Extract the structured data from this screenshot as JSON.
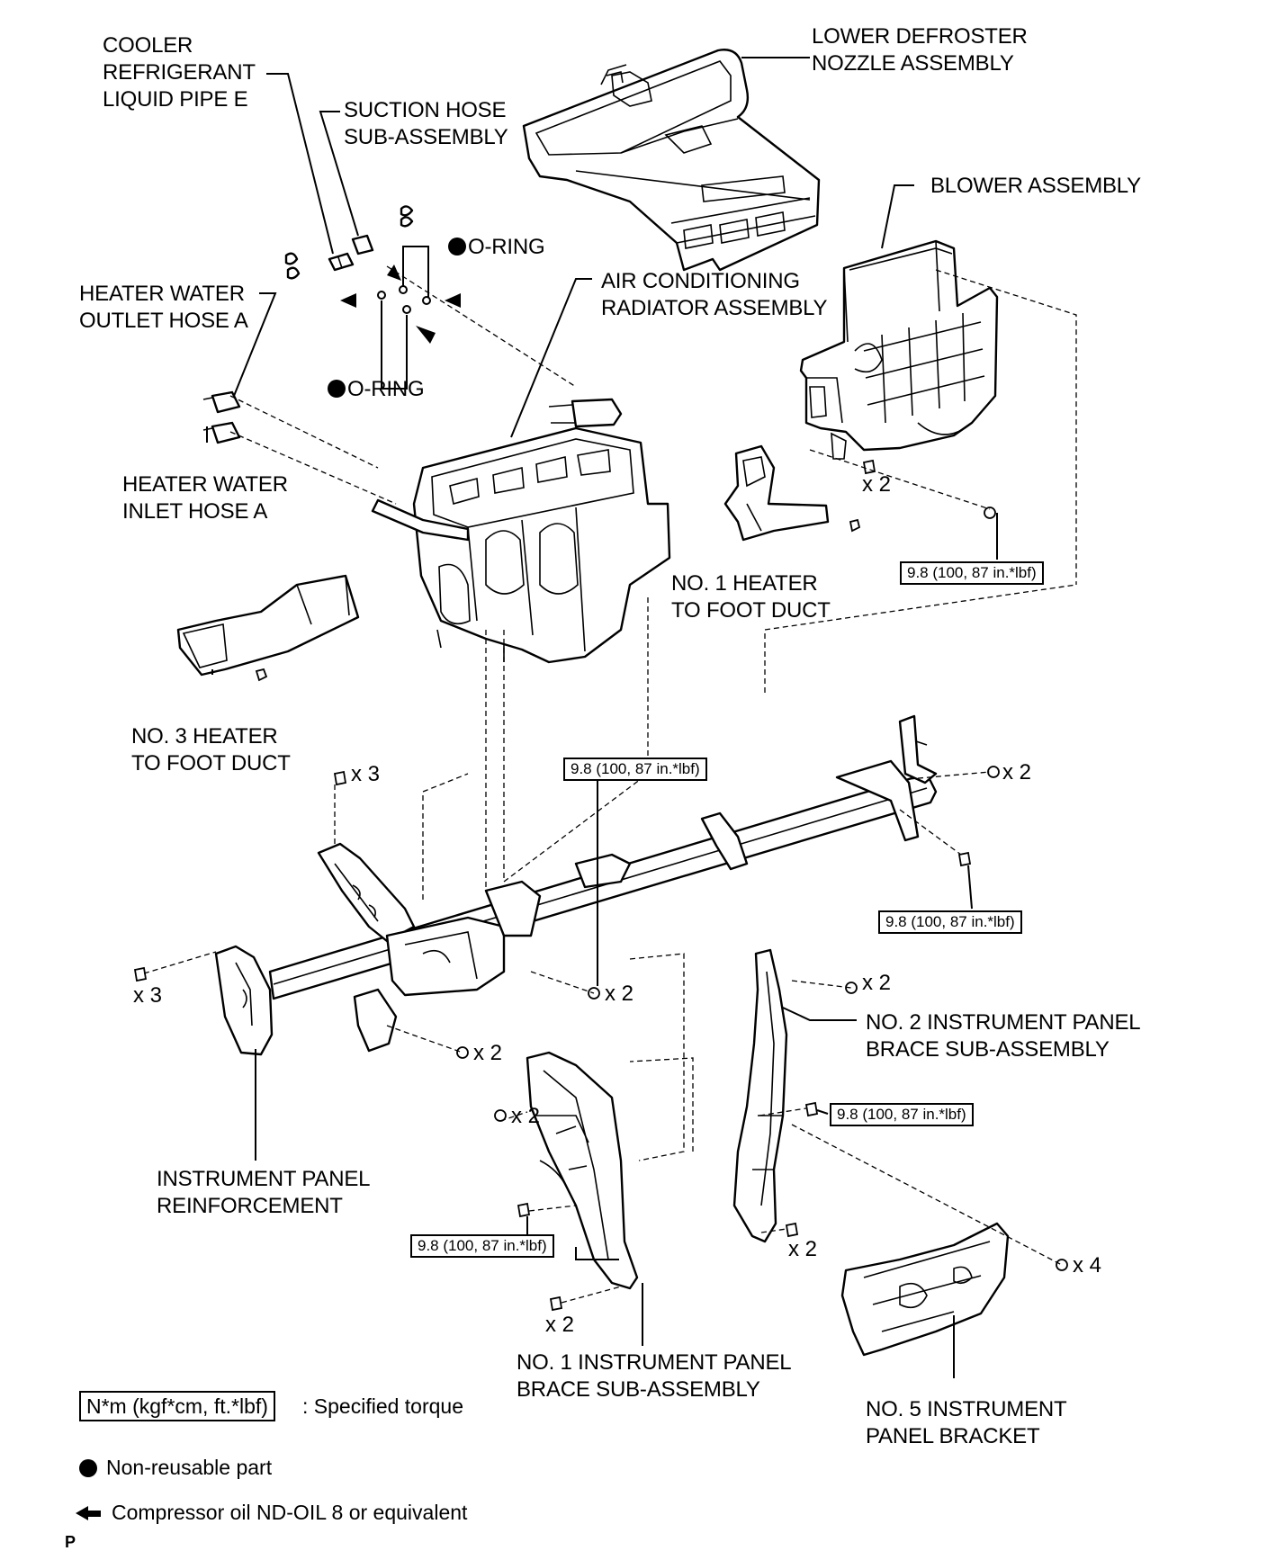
{
  "labels": {
    "cooler_pipe": [
      "COOLER",
      "REFRIGERANT",
      "LIQUID PIPE E"
    ],
    "suction_hose": [
      "SUCTION HOSE",
      "SUB-ASSEMBLY"
    ],
    "o_ring_top": "O-RING",
    "o_ring_bottom": "O-RING",
    "lower_defroster": [
      "LOWER DEFROSTER",
      "NOZZLE ASSEMBLY"
    ],
    "blower": [
      "BLOWER ASSEMBLY"
    ],
    "ac_radiator": [
      "AIR CONDITIONING",
      "RADIATOR ASSEMBLY"
    ],
    "heater_outlet": [
      "HEATER WATER",
      "OUTLET HOSE A"
    ],
    "heater_inlet": [
      "HEATER WATER",
      "INLET HOSE A"
    ],
    "no1_foot_duct": [
      "NO. 1 HEATER",
      "TO FOOT DUCT"
    ],
    "no3_foot_duct": [
      "NO. 3 HEATER",
      "TO FOOT DUCT"
    ],
    "no2_brace": [
      "NO. 2 INSTRUMENT PANEL",
      "BRACE SUB-ASSEMBLY"
    ],
    "ip_reinforcement": [
      "INSTRUMENT PANEL",
      "REINFORCEMENT"
    ],
    "no1_brace": [
      "NO. 1 INSTRUMENT PANEL",
      "BRACE SUB-ASSEMBLY"
    ],
    "no5_bracket": [
      "NO. 5 INSTRUMENT",
      "PANEL BRACKET"
    ]
  },
  "torque_spec": "9.8 (100, 87 in.*lbf)",
  "quantities": {
    "blower_bolts": "x 2",
    "top_bolt": "x 3",
    "right_end_bolts": "x 2",
    "left_end_bolts": "x 3",
    "center_nuts": "x 2",
    "left_lower_bolts": "x 2",
    "brace1_upper_nuts": "x 2",
    "brace2_top_nuts": "x 2",
    "brace2_bottom_bolts": "x 2",
    "brace1_bottom_bolts": "x 2",
    "bracket5_nuts": "x 4"
  },
  "legend": {
    "torque_unit": "N*m (kgf*cm, ft.*lbf)",
    "torque_desc": ": Specified torque",
    "non_reusable": "Non-reusable part",
    "compressor_oil": "Compressor oil ND-OIL 8 or equivalent"
  },
  "page_id": "P"
}
